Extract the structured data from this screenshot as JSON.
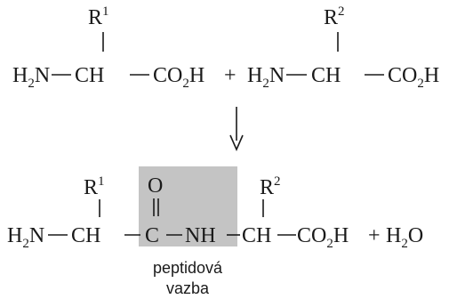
{
  "reactant1": {
    "h": "H",
    "n_sub": "2",
    "n": "N",
    "ch": "CH",
    "co": "CO",
    "o_sub": "2",
    "oh": "H",
    "r": "R",
    "r_sup": "1"
  },
  "plus1": "+",
  "reactant2": {
    "h": "H",
    "n_sub": "2",
    "n": "N",
    "ch": "CH",
    "co": "CO",
    "o_sub": "2",
    "oh": "H",
    "r": "R",
    "r_sup": "2"
  },
  "product": {
    "h": "H",
    "n_sub": "2",
    "n": "N",
    "ch1": "CH",
    "r1": "R",
    "r1_sup": "1",
    "o": "O",
    "c": "C",
    "nh": "NH",
    "ch2": "CH",
    "r2": "R",
    "r2_sup": "2",
    "co": "CO",
    "o_sub": "2",
    "oh": "H"
  },
  "plus2": "+",
  "water": {
    "h": "H",
    "h_sub": "2",
    "o": "O"
  },
  "caption": {
    "line1": "peptidová",
    "line2": "vazba"
  },
  "colors": {
    "highlight": "#c4c4c4",
    "ink": "#1a1a1a"
  }
}
